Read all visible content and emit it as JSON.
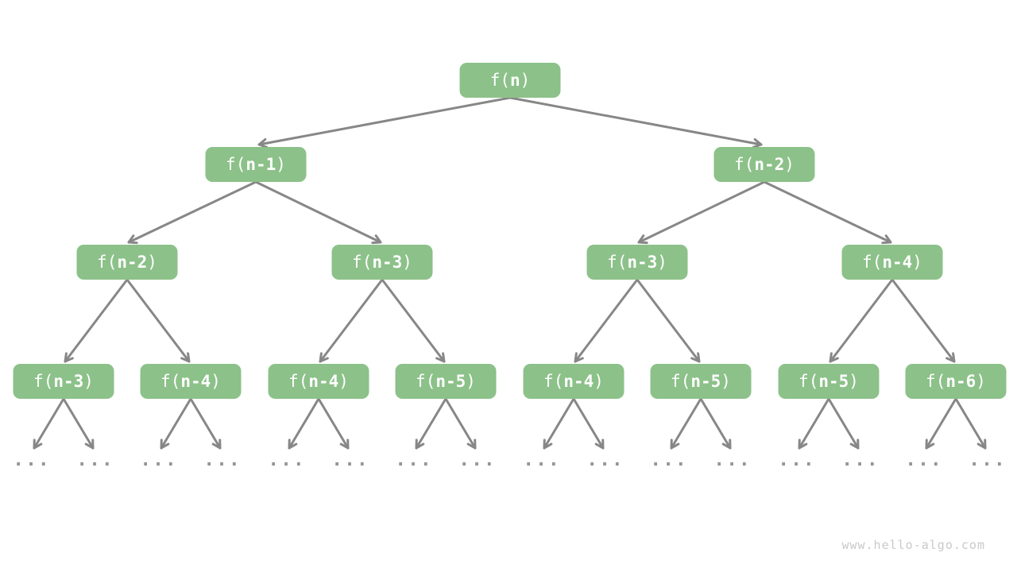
{
  "page": {
    "background": "#ffffff",
    "watermark": "www.hello-algo.com"
  },
  "colors": {
    "node_fill": "#8cc189",
    "node_text": "#ffffff",
    "arrow": "#878787",
    "dots": "#969696",
    "watermark": "#c9c9c9"
  },
  "tree": {
    "description": "recursion tree of f(n) = f(n-1) + f(n-2)",
    "ellipsis": "...",
    "levels": [
      {
        "nodes": [
          {
            "prefix": "f(",
            "arg": "n",
            "suffix": ")"
          }
        ]
      },
      {
        "nodes": [
          {
            "prefix": "f(",
            "arg": "n-1",
            "suffix": ")"
          },
          {
            "prefix": "f(",
            "arg": "n-2",
            "suffix": ")"
          }
        ]
      },
      {
        "nodes": [
          {
            "prefix": "f(",
            "arg": "n-2",
            "suffix": ")"
          },
          {
            "prefix": "f(",
            "arg": "n-3",
            "suffix": ")"
          },
          {
            "prefix": "f(",
            "arg": "n-3",
            "suffix": ")"
          },
          {
            "prefix": "f(",
            "arg": "n-4",
            "suffix": ")"
          }
        ]
      },
      {
        "nodes": [
          {
            "prefix": "f(",
            "arg": "n-3",
            "suffix": ")"
          },
          {
            "prefix": "f(",
            "arg": "n-4",
            "suffix": ")"
          },
          {
            "prefix": "f(",
            "arg": "n-4",
            "suffix": ")"
          },
          {
            "prefix": "f(",
            "arg": "n-5",
            "suffix": ")"
          },
          {
            "prefix": "f(",
            "arg": "n-4",
            "suffix": ")"
          },
          {
            "prefix": "f(",
            "arg": "n-5",
            "suffix": ")"
          },
          {
            "prefix": "f(",
            "arg": "n-5",
            "suffix": ")"
          },
          {
            "prefix": "f(",
            "arg": "n-6",
            "suffix": ")"
          }
        ]
      }
    ]
  }
}
